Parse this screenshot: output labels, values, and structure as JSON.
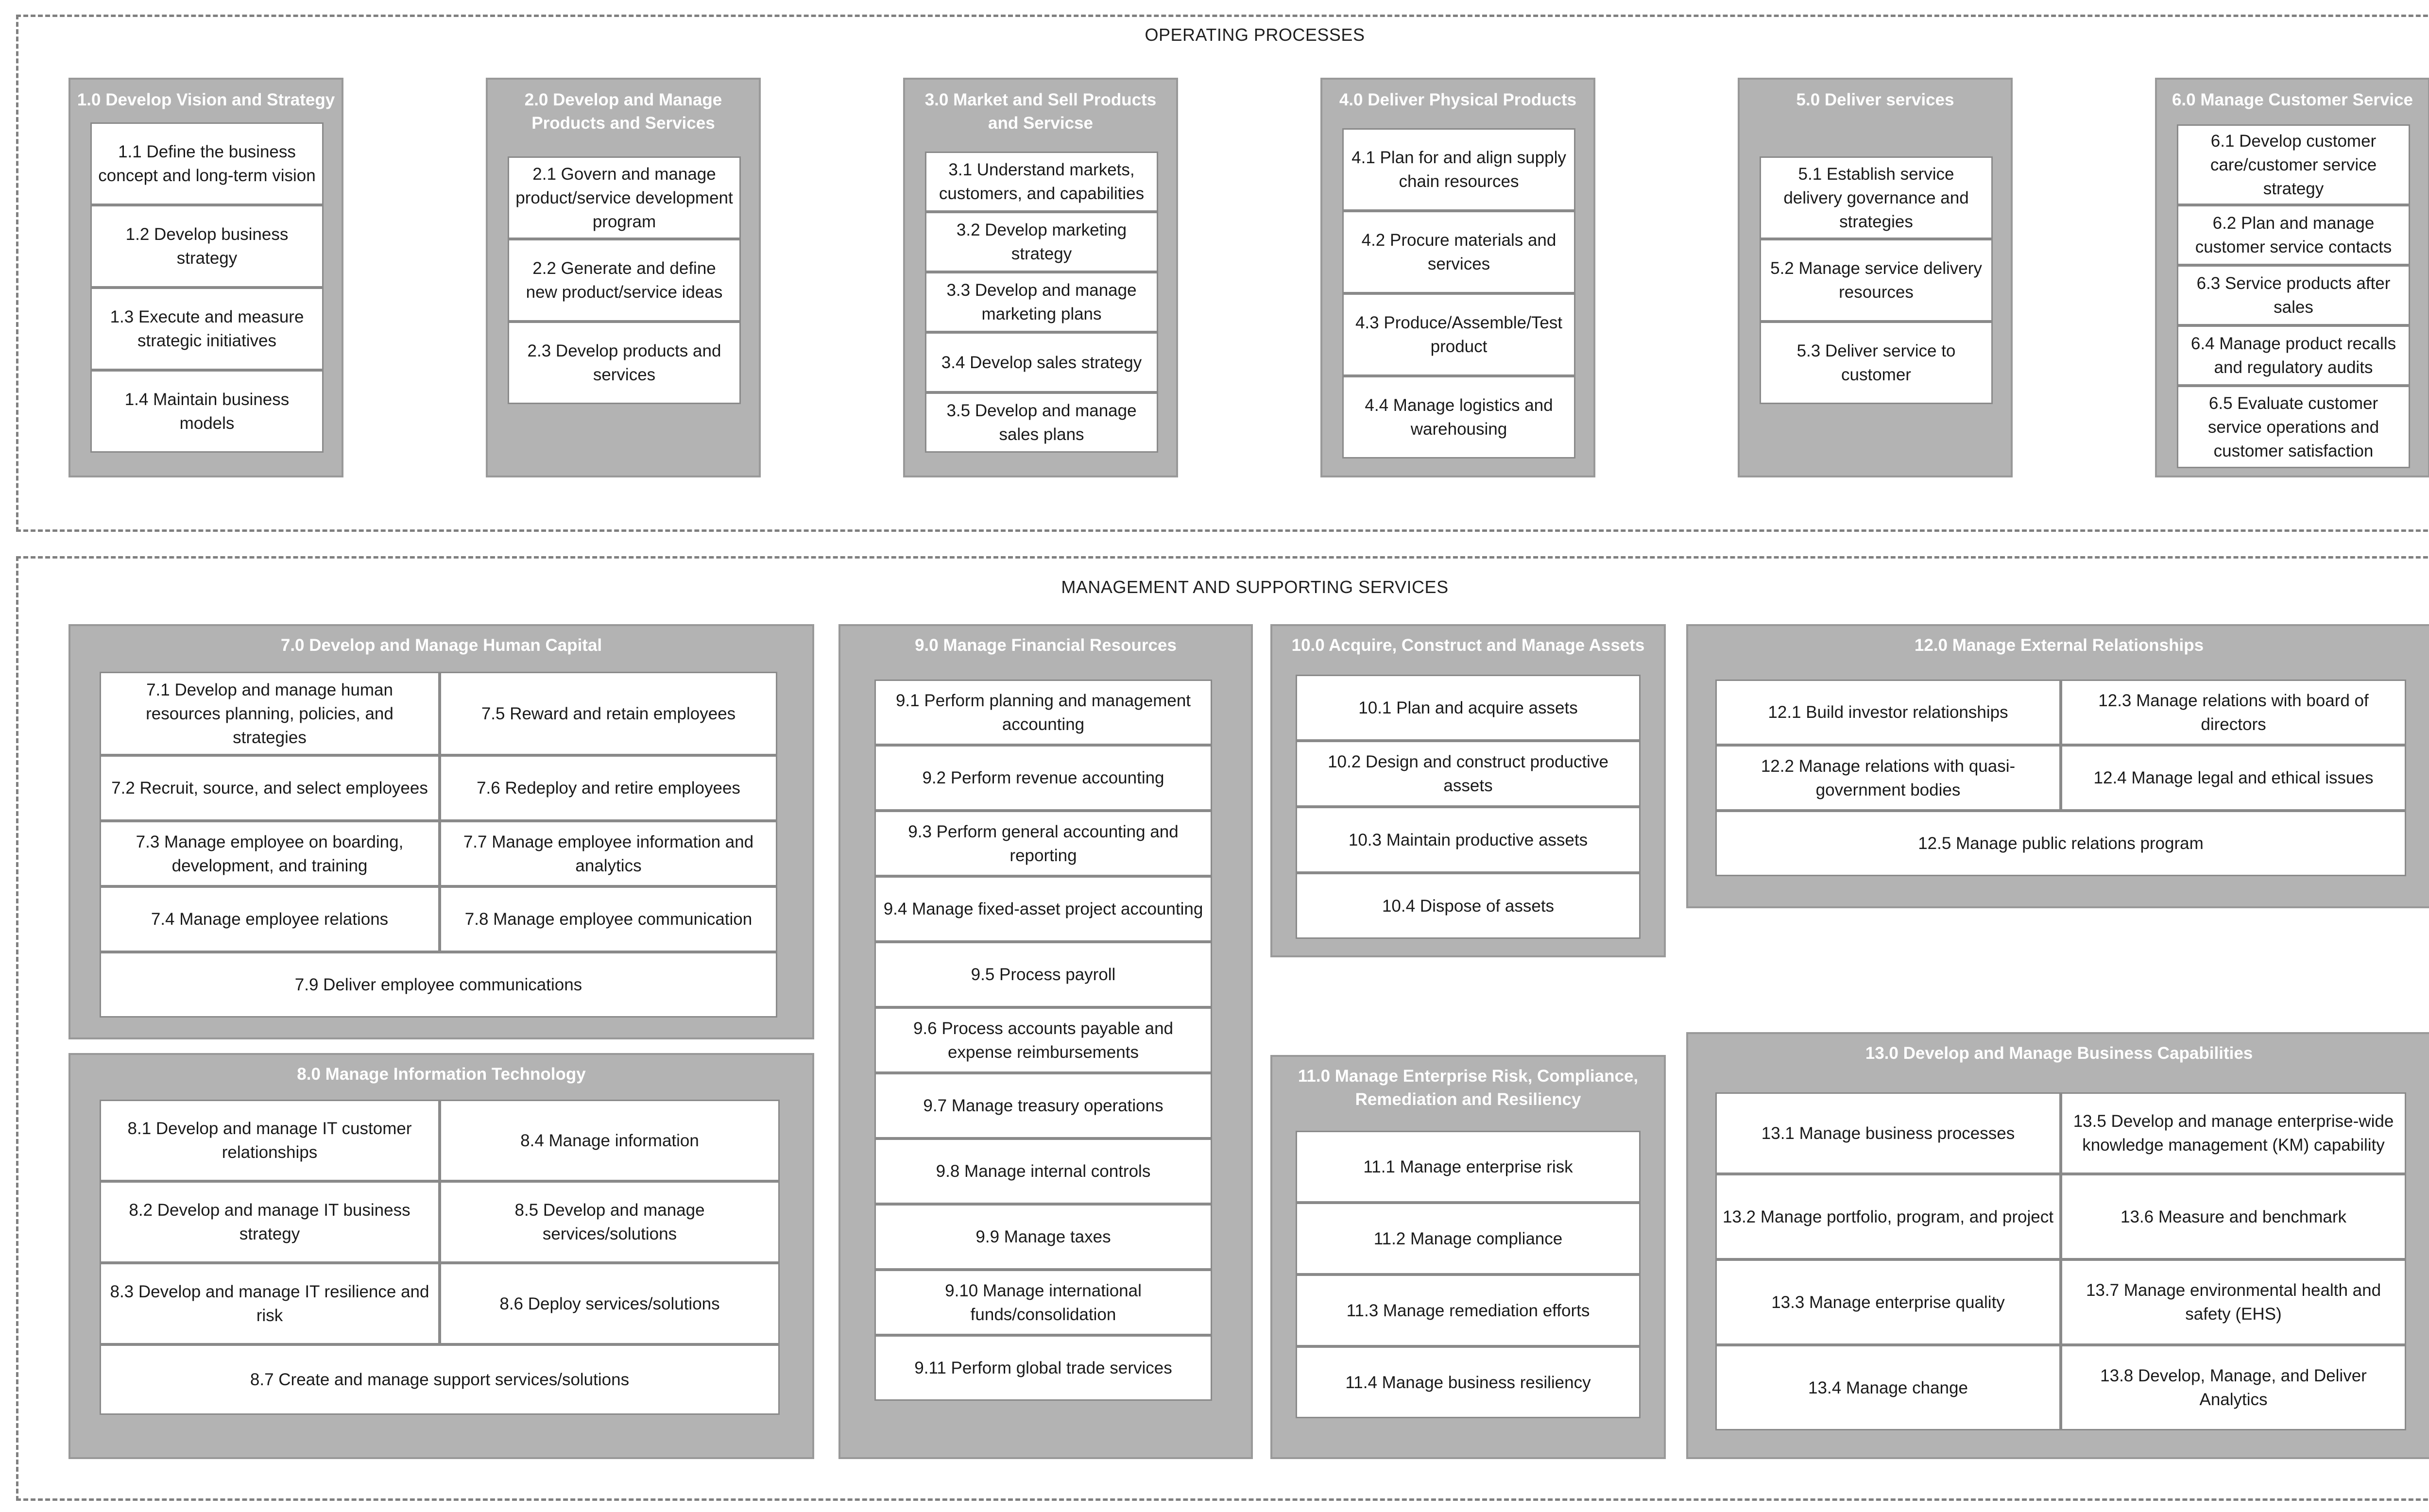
{
  "sections": {
    "operating": "OPERATING PROCESSES",
    "management": "MANAGEMENT AND SUPPORTING SERVICES"
  },
  "groups": [
    {
      "title": "1.0 Develop Vision and Strategy",
      "items": [
        "1.1 Define the business concept and long-term vision",
        "1.2 Develop business strategy",
        "1.3 Execute and measure strategic initiatives",
        "1.4 Maintain business models"
      ]
    },
    {
      "title": "2.0 Develop and Manage Products and Services",
      "items": [
        "2.1 Govern and manage product/service development program",
        "2.2 Generate and define new product/service ideas",
        "2.3 Develop products and services"
      ]
    },
    {
      "title": "3.0 Market and Sell Products and Servicse",
      "items": [
        "3.1 Understand markets, customers, and capabilities",
        "3.2 Develop marketing strategy",
        "3.3 Develop and manage marketing plans",
        "3.4 Develop sales strategy",
        "3.5 Develop and manage sales plans"
      ]
    },
    {
      "title": "4.0 Deliver Physical Products",
      "items": [
        "4.1 Plan for and align supply chain resources",
        "4.2 Procure materials and services",
        "4.3 Produce/Assemble/Test product",
        "4.4 Manage logistics and warehousing"
      ]
    },
    {
      "title": "5.0 Deliver services",
      "items": [
        "5.1 Establish service delivery governance and strategies",
        "5.2 Manage service delivery resources",
        "5.3 Deliver service to customer"
      ]
    },
    {
      "title": "6.0 Manage Customer Service",
      "items": [
        "6.1 Develop customer care/customer service strategy",
        "6.2 Plan and manage customer service contacts",
        "6.3 Service products after sales",
        "6.4 Manage product recalls and regulatory audits",
        "6.5 Evaluate customer service operations and customer satisfaction"
      ]
    },
    {
      "title": "7.0 Develop and Manage Human Capital",
      "items": [
        "7.1 Develop and manage human resources planning, policies, and strategies",
        "7.5 Reward and retain employees",
        "7.2 Recruit, source, and select employees",
        "7.6 Redeploy and retire employees",
        "7.3 Manage employee on boarding, development, and training",
        "7.7 Manage employee information and analytics",
        "7.4 Manage employee relations",
        "7.8 Manage employee communication",
        "7.9 Deliver employee communications"
      ]
    },
    {
      "title": "8.0 Manage Information Technology",
      "items": [
        "8.1 Develop and manage IT customer relationships",
        "8.4 Manage information",
        "8.2 Develop and manage IT business strategy",
        "8.5 Develop and manage services/solutions",
        "8.3 Develop and manage IT resilience and risk",
        "8.6 Deploy services/solutions",
        "8.7 Create and manage support services/solutions"
      ]
    },
    {
      "title": "9.0 Manage Financial Resources",
      "items": [
        "9.1 Perform planning and management accounting",
        "9.2 Perform revenue accounting",
        "9.3 Perform general accounting and reporting",
        "9.4 Manage fixed-asset project accounting",
        "9.5 Process payroll",
        "9.6 Process accounts payable and expense reimbursements",
        "9.7 Manage treasury operations",
        "9.8 Manage internal controls",
        "9.9 Manage taxes",
        "9.10 Manage international funds/consolidation",
        "9.11 Perform global trade services"
      ]
    },
    {
      "title": "10.0 Acquire, Construct and Manage Assets",
      "items": [
        "10.1 Plan and acquire assets",
        "10.2 Design and construct productive assets",
        "10.3 Maintain productive assets",
        "10.4 Dispose of assets"
      ]
    },
    {
      "title": "11.0 Manage Enterprise Risk, Compliance, Remediation and Resiliency",
      "items": [
        "11.1 Manage enterprise risk",
        "11.2 Manage compliance",
        "11.3 Manage remediation efforts",
        "11.4 Manage business resiliency"
      ]
    },
    {
      "title": "12.0 Manage External Relationships",
      "items": [
        "12.1 Build investor relationships",
        "12.3 Manage relations with board of directors",
        "12.2 Manage relations with quasi-government bodies",
        "12.4 Manage legal and ethical issues",
        "12.5 Manage public relations program"
      ]
    },
    {
      "title": "13.0 Develop and Manage Business Capabilities",
      "items": [
        "13.1 Manage business processes",
        "13.5 Develop and manage enterprise-wide knowledge management (KM) capability",
        "13.2 Manage portfolio, program, and project",
        "13.6 Measure and benchmark",
        "13.3 Manage enterprise quality",
        "13.7 Manage environmental health and safety (EHS)",
        "13.4 Manage change",
        "13.8 Develop, Manage, and Deliver Analytics"
      ]
    }
  ]
}
